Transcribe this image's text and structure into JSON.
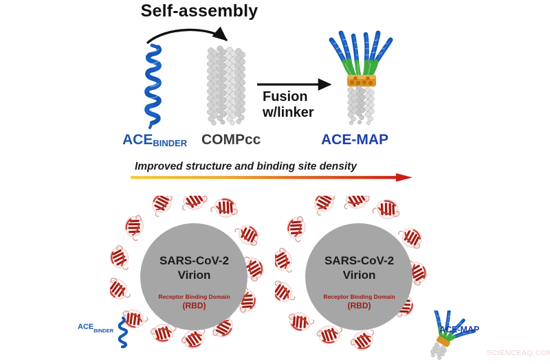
{
  "figure": {
    "background_color": "#ffffff",
    "title": "Self-assembly",
    "process_arrow_label_line1": "Fusion",
    "process_arrow_label_line2": "w/linker",
    "gradient_arrow_label": "Improved structure and binding site density",
    "watermark": "SCIENCEAQ.COM"
  },
  "colors": {
    "ace_blue": "#1c56a8",
    "acemap_blue": "#1c3fa8",
    "compcc_gray": "#3b3b3b",
    "virion_gray": "#a6a6a6",
    "rbd_red": "#a01c14",
    "linker_green": "#3fa83f",
    "junction_orange": "#e08a1e",
    "gradient_start": "#f0c330",
    "gradient_end": "#cc1f14",
    "watermark_pink": "#f2cfcf"
  },
  "top_panel": {
    "components": [
      {
        "id": "ace-binder",
        "label_main": "ACE",
        "label_sub": "BINDER",
        "structure": "single alpha helix ribbon, blue",
        "color": "#1c56a8"
      },
      {
        "id": "compcc",
        "label_main": "COMPcc",
        "label_sub": "",
        "structure": "pentameric coiled-coil bundle, gray",
        "color": "#3b3b3b"
      },
      {
        "id": "ace-map",
        "label_main": "ACE-MAP",
        "label_sub": "",
        "structure": "fusion: blue helices splayed on green linkers over orange junction and gray coiled-coil stem",
        "color": "#1c3fa8"
      }
    ]
  },
  "bottom_panel": {
    "virions": [
      {
        "id": "virion-left",
        "name_line1": "SARS-CoV-2",
        "name_line2": "Virion",
        "rbd_line1": "Receptor Binding Domain",
        "rbd_line2": "(RBD)",
        "rbd_count": 13,
        "bound_ligand": "none"
      },
      {
        "id": "virion-right",
        "name_line1": "SARS-CoV-2",
        "name_line2": "Virion",
        "rbd_line1": "Receptor Binding Domain",
        "rbd_line2": "(RBD)",
        "rbd_count": 12,
        "bound_ligand": "ACE-MAP"
      }
    ],
    "legends": [
      {
        "id": "legend-ace-binder",
        "label_main": "ACE",
        "label_sub": "BINDER",
        "color": "#1c56a8"
      },
      {
        "id": "legend-ace-map",
        "label_main": "ACE-MAP",
        "label_sub": "",
        "color": "#1c3fa8"
      }
    ]
  }
}
